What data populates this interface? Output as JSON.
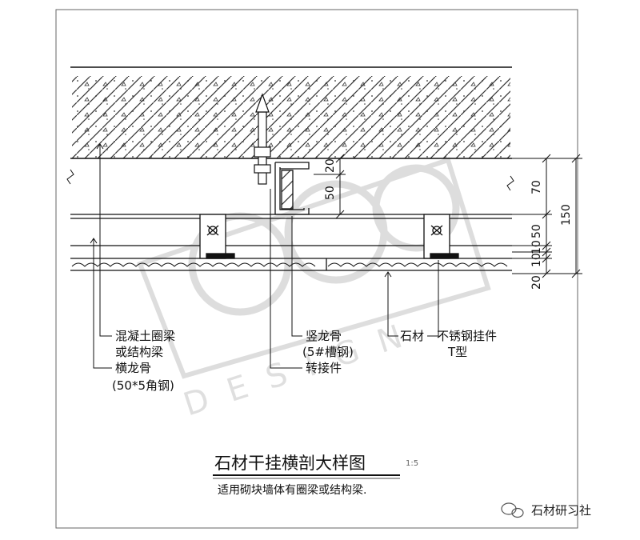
{
  "labels": {
    "concrete_beam_line1": "混凝土圈梁",
    "concrete_beam_line2": "或结构梁",
    "horizontal_keel": "横龙骨",
    "horizontal_keel_spec": "(50*5角钢)",
    "vertical_keel": "竖龙骨",
    "vertical_keel_spec": "(5#槽钢)",
    "adapter": "转接件",
    "stone": "石材",
    "hanger": "不锈钢挂件",
    "hanger_type": "T型"
  },
  "dimensions": {
    "inner": [
      "20",
      "50"
    ],
    "outer": [
      "70",
      "50",
      "10",
      "10",
      "20"
    ],
    "total": "150"
  },
  "title": {
    "main": "石材干挂横剖大样图",
    "scale": "1:5",
    "subtitle": "适用砌块墙体有圈梁或结构梁."
  },
  "watermark": {
    "design_text": "DESIGN",
    "brand": "石材研习社"
  },
  "colors": {
    "line": "#111111",
    "background": "#ffffff"
  }
}
